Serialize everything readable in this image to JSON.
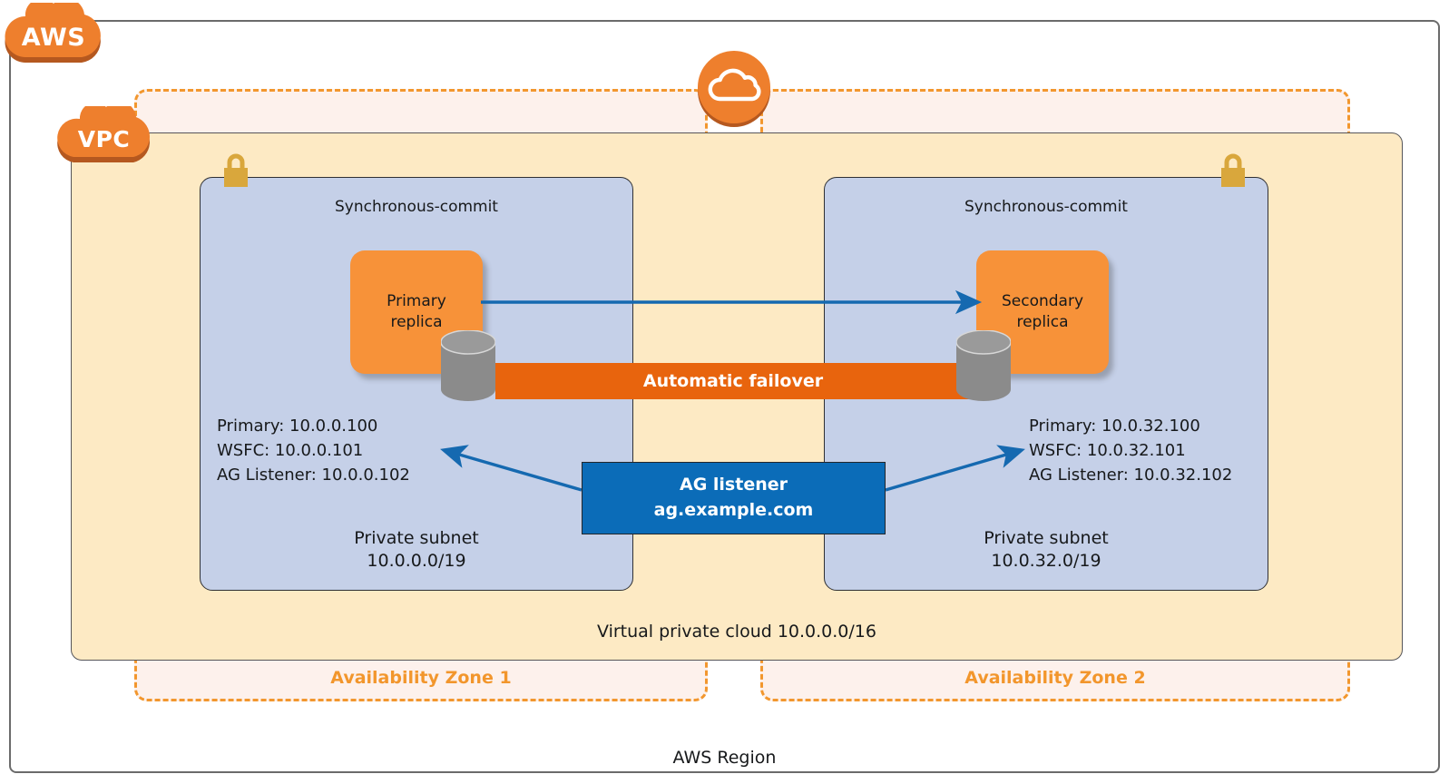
{
  "region": {
    "label": "AWS Region",
    "cloud_badge": "AWS"
  },
  "vpc": {
    "badge": "VPC",
    "label": "Virtual private cloud 10.0.0.0/16"
  },
  "center_icon": "cloud-circle-icon",
  "availability_zones": [
    {
      "label": "Availability Zone 1"
    },
    {
      "label": "Availability Zone 2"
    }
  ],
  "subnets": [
    {
      "title": "Synchronous-commit",
      "lock_icon": "padlock-icon",
      "replica": {
        "line1": "Primary",
        "line2": "replica",
        "icon": "database-cylinder-icon"
      },
      "ip_info": "Primary: 10.0.0.100\nWSFC: 10.0.0.101\nAG Listener: 10.0.0.102",
      "footer_line1": "Private subnet",
      "footer_line2": "10.0.0.0/19"
    },
    {
      "title": "Synchronous-commit",
      "lock_icon": "padlock-icon",
      "replica": {
        "line1": "Secondary",
        "line2": "replica",
        "icon": "database-cylinder-icon"
      },
      "ip_info": "Primary: 10.0.32.100\nWSFC: 10.0.32.101\nAG Listener: 10.0.32.102",
      "footer_line1": "Private subnet",
      "footer_line2": "10.0.32.0/19"
    }
  ],
  "failover": {
    "label": "Automatic failover"
  },
  "ag_listener": {
    "line1": "AG listener",
    "line2": "ag.example.com"
  },
  "colors": {
    "aws_orange": "#ee7f2d",
    "az_dash_orange": "#f2972e",
    "az_fill": "#fdf1ec",
    "vpc_fill": "#fdeac4",
    "subnet_fill": "#c5d0e8",
    "replica_orange": "#f79239",
    "failover_orange": "#e8640d",
    "listener_blue": "#0b6cb8",
    "arrow_blue": "#1569b0",
    "lock_gold": "#d9a73c",
    "cylinder_gray": "#8b8b8b"
  }
}
